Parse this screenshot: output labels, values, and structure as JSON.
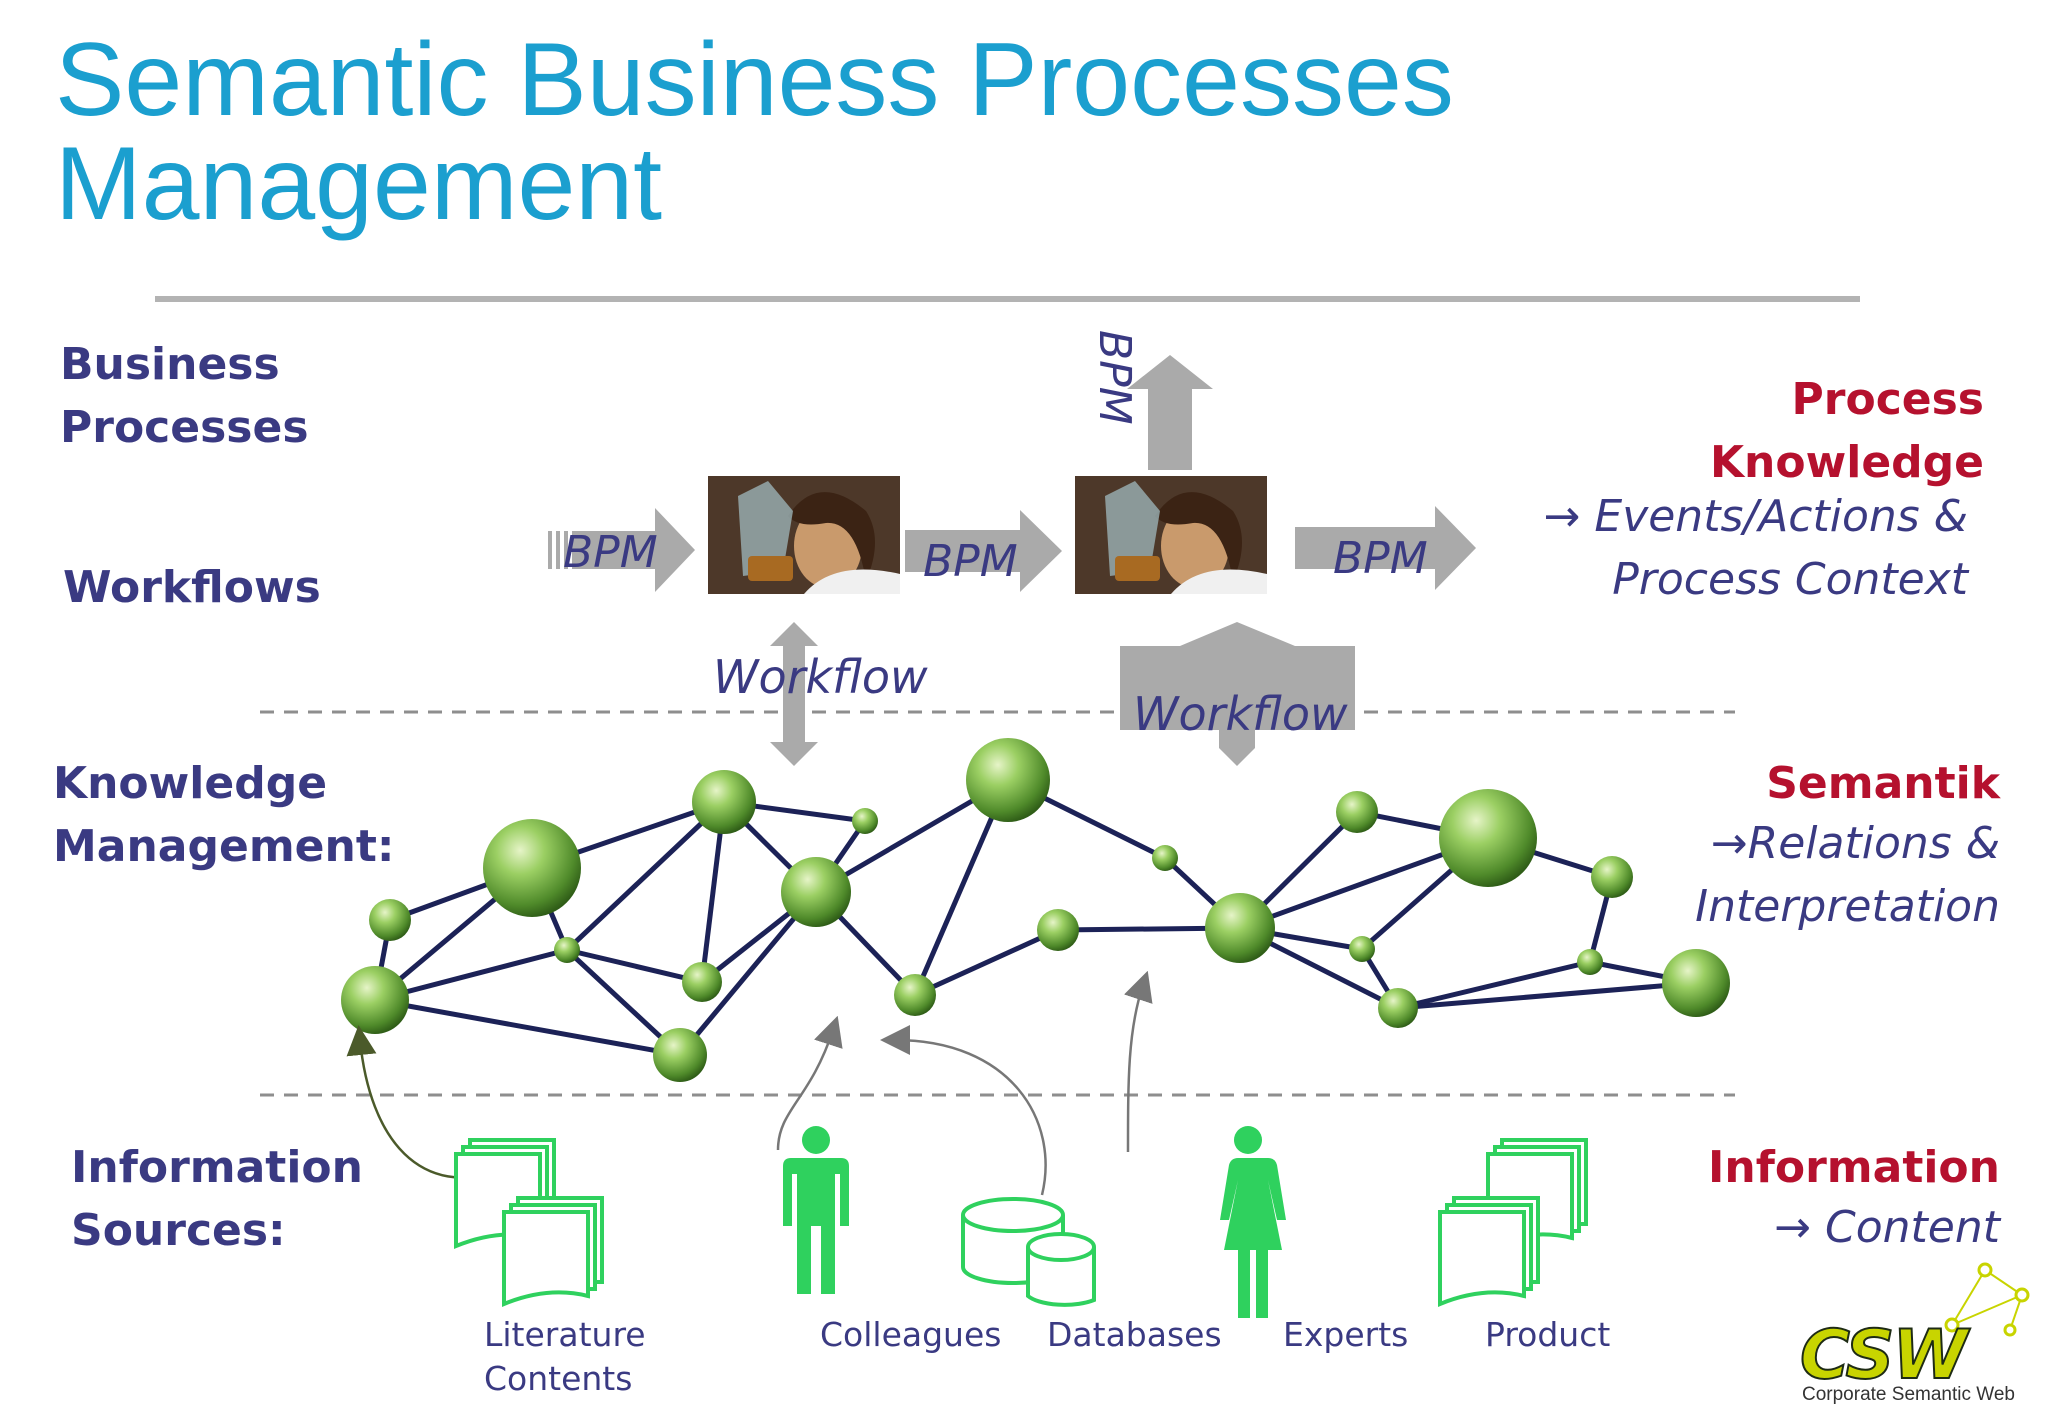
{
  "title": {
    "line1": "Semantic Business Processes",
    "line2": "Management"
  },
  "left_labels": {
    "business_processes": [
      "Business",
      "Processes"
    ],
    "workflows": "Workflows",
    "knowledge_management": [
      "Knowledge",
      "Management:"
    ],
    "information_sources": [
      "Information",
      "Sources:"
    ]
  },
  "right_labels": {
    "process_knowledge": [
      "Process",
      "Knowledge"
    ],
    "process_detail": [
      "→ Events/Actions &",
      "Process Context"
    ],
    "semantik": "Semantik",
    "semantik_detail": [
      "→Relations &",
      "Interpretation"
    ],
    "information": "Information",
    "information_detail": "→ Content"
  },
  "arrows": {
    "bpm_1": "BPM",
    "bpm_2": "BPM",
    "bpm_3": "BPM",
    "bpm_up": "BPM",
    "workflow_1": "Workflow",
    "workflow_2": "Workflow"
  },
  "sources": {
    "literature": [
      "Literature",
      "Contents"
    ],
    "colleagues": "Colleagues",
    "databases": "Databases",
    "experts": "Experts",
    "product": "Product"
  },
  "logo": {
    "mark": "CSW",
    "caption": "Corporate Semantic Web"
  },
  "colors": {
    "title": "#1b9fcf",
    "label": "#3a3a82",
    "accent_red": "#b5112e",
    "source_green": "#2fd15e",
    "arrow_grey": "#aaaaaa",
    "node_green": "#7cb342",
    "edge_navy": "#1c2257"
  },
  "icons": {
    "document_stack": "document-stack-icon",
    "person": "person-icon",
    "database": "database-icon",
    "woman_scientist": "scientist-photo"
  }
}
